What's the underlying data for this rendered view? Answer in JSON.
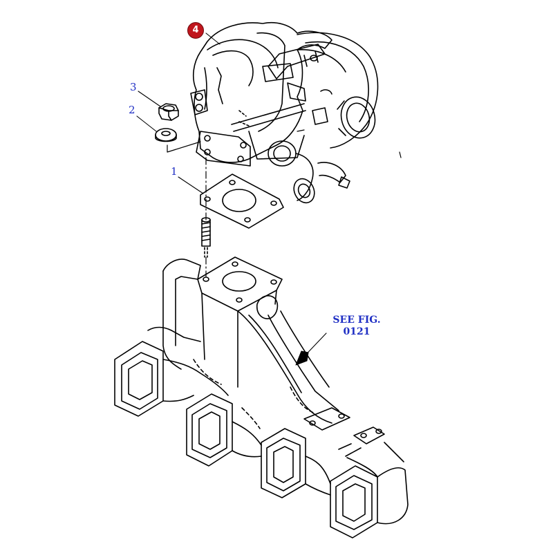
{
  "callouts": {
    "c1": "1",
    "c2": "2",
    "c3": "3",
    "c4": "4"
  },
  "reference": {
    "line1": "SEE FIG.",
    "line2": "0121"
  },
  "colors": {
    "callout_text": "#1f2fc4",
    "callout_badge": "#c0161d",
    "drawing_line": "#000000"
  }
}
